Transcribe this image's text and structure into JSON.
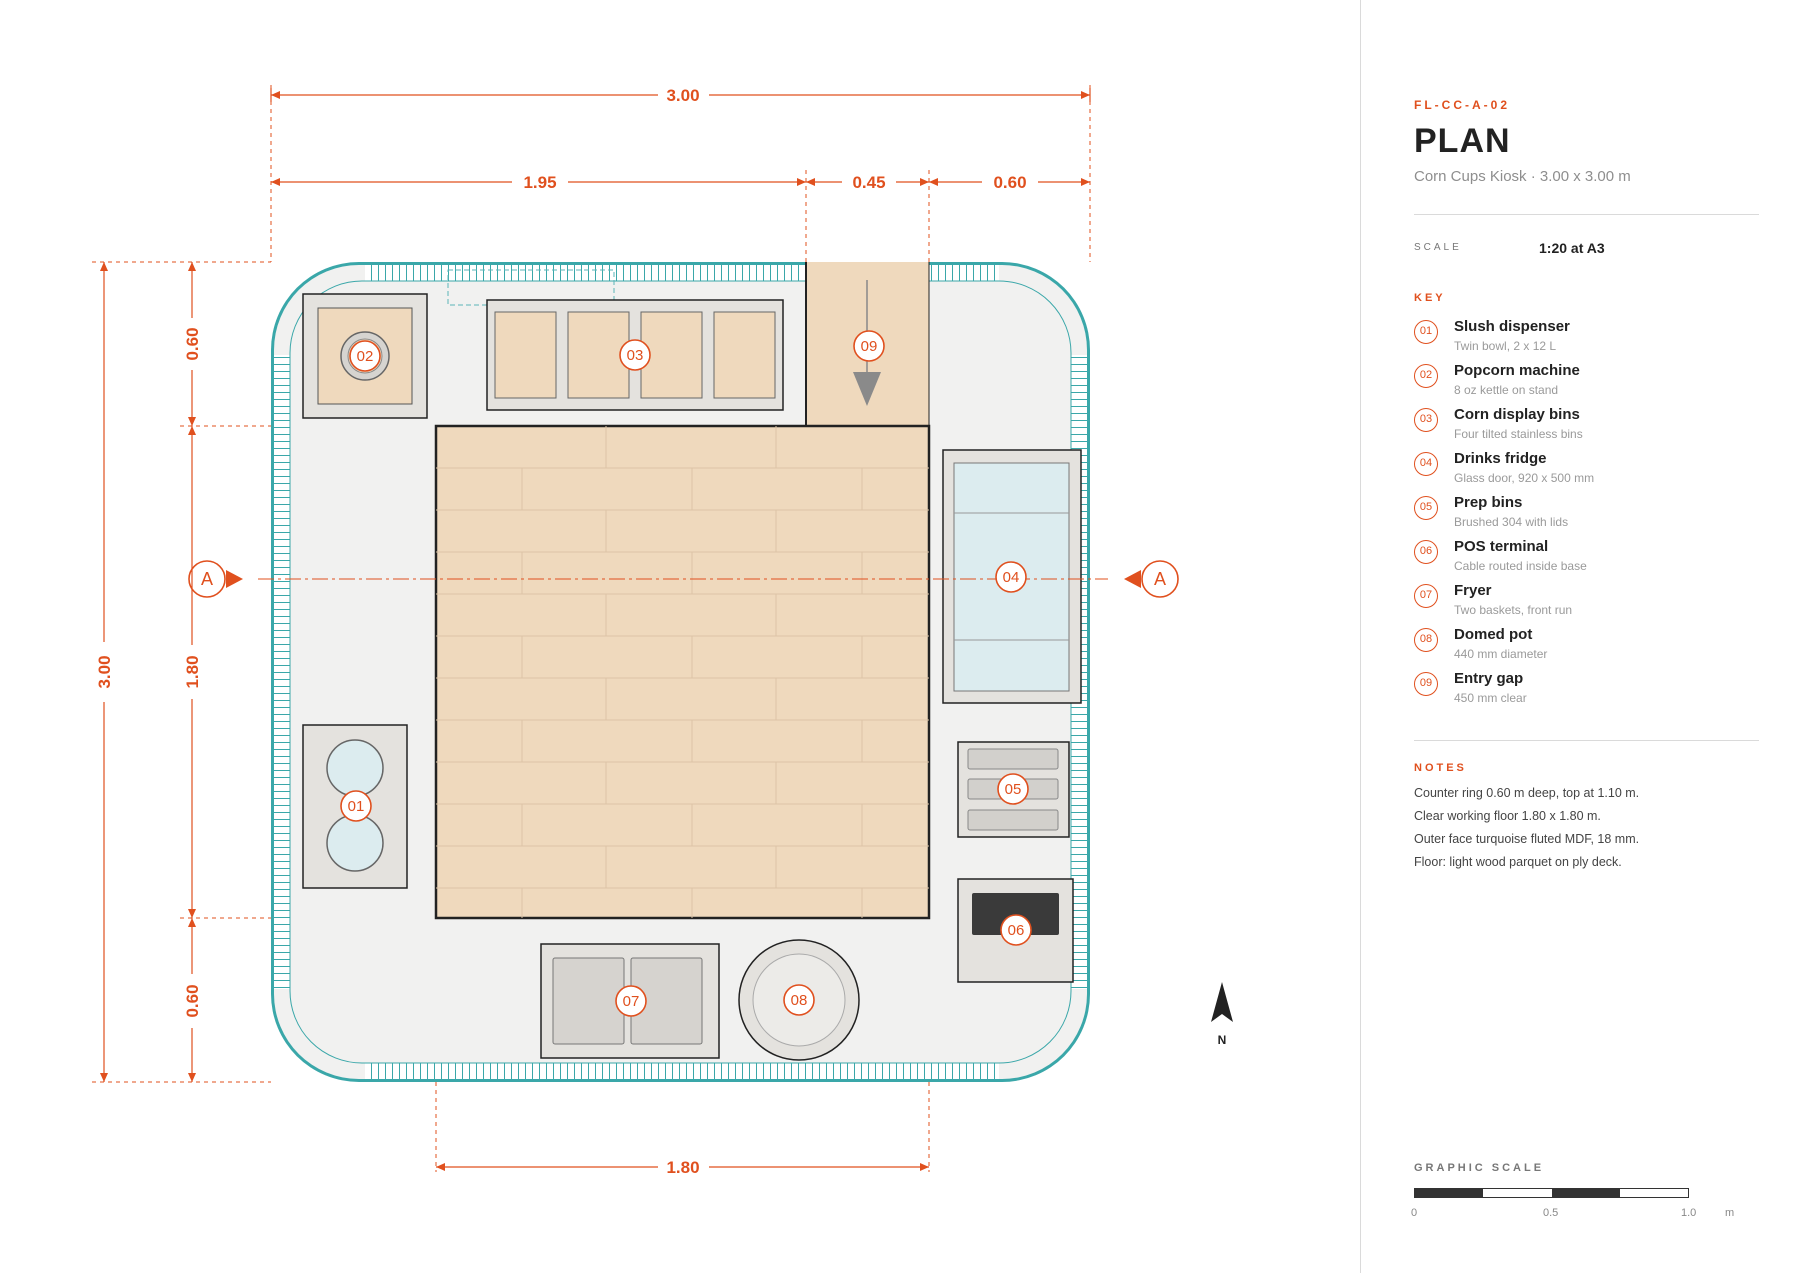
{
  "sheet": {
    "code": "FL-CC-A-02",
    "title": "PLAN",
    "subtitle": "Corn Cups Kiosk · 3.00 x 3.00 m",
    "scale_label": "SCALE",
    "scale_value": "1:20 at A3"
  },
  "dimensions": {
    "top_overall": "3.00",
    "top_segment_1": "1.95",
    "top_segment_2": "0.45",
    "top_segment_3": "0.60",
    "left_overall": "3.00",
    "left_segment_1": "0.60",
    "left_segment_2": "1.80",
    "left_segment_3": "0.60",
    "bottom_floor": "1.80"
  },
  "section": {
    "left_tag": "A",
    "right_tag": "A"
  },
  "north_label": "N",
  "key": {
    "heading": "KEY",
    "items": [
      {
        "num": "01",
        "label": "Slush dispenser",
        "desc": "Twin bowl, 2 x 12 L"
      },
      {
        "num": "02",
        "label": "Popcorn machine",
        "desc": "8 oz kettle on stand"
      },
      {
        "num": "03",
        "label": "Corn display bins",
        "desc": "Four tilted stainless bins"
      },
      {
        "num": "04",
        "label": "Drinks fridge",
        "desc": "Glass door, 920 x 500 mm"
      },
      {
        "num": "05",
        "label": "Prep bins",
        "desc": "Brushed 304 with lids"
      },
      {
        "num": "06",
        "label": "POS terminal",
        "desc": "Cable routed inside base"
      },
      {
        "num": "07",
        "label": "Fryer",
        "desc": "Two baskets, front run"
      },
      {
        "num": "08",
        "label": "Domed pot",
        "desc": "440 mm diameter"
      },
      {
        "num": "09",
        "label": "Entry gap",
        "desc": "450 mm clear"
      }
    ]
  },
  "notes": {
    "heading": "NOTES",
    "lines": [
      "Counter ring 0.60 m deep, top at 1.10 m.",
      "Clear working floor 1.80 x 1.80 m.",
      "Outer face turquoise fluted MDF, 18 mm.",
      "Floor: light wood parquet on ply deck."
    ]
  },
  "graphic_scale": {
    "label": "GRAPHIC SCALE",
    "ticks": [
      "0",
      "0.5",
      "1.0"
    ],
    "unit": "m"
  },
  "colors": {
    "accent": "#e0501e",
    "counter_outer": "#3aa7a9",
    "floor_wood": "#efd9bd",
    "counter_top": "#f1f1f0",
    "glass": "#dcecef"
  }
}
